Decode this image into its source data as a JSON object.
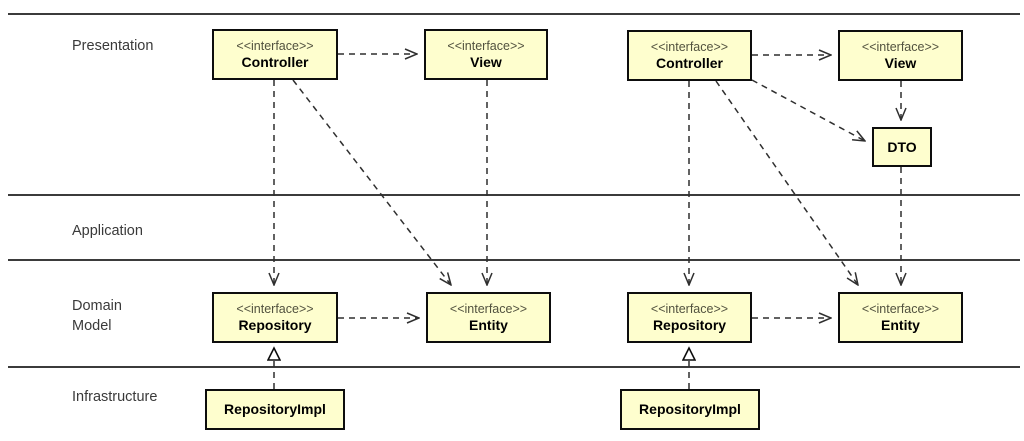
{
  "layers": [
    {
      "label": "Presentation"
    },
    {
      "label": "Application"
    },
    {
      "label": "Domain Model"
    },
    {
      "label": "Infrastructure"
    }
  ],
  "nodes": [
    {
      "stereotype": "<<interface>>",
      "name": "Controller"
    },
    {
      "stereotype": "<<interface>>",
      "name": "View"
    },
    {
      "stereotype": "<<interface>>",
      "name": "Repository"
    },
    {
      "stereotype": "<<interface>>",
      "name": "Entity"
    },
    {
      "name": "RepositoryImpl"
    },
    {
      "stereotype": "<<interface>>",
      "name": "Controller"
    },
    {
      "stereotype": "<<interface>>",
      "name": "View"
    },
    {
      "name": "DTO"
    },
    {
      "stereotype": "<<interface>>",
      "name": "Repository"
    },
    {
      "stereotype": "<<interface>>",
      "name": "Entity"
    },
    {
      "name": "RepositoryImpl"
    }
  ],
  "edges": [
    {
      "group": "left",
      "from": "Controller",
      "to": "View",
      "type": "dependency"
    },
    {
      "group": "left",
      "from": "Controller",
      "to": "Repository",
      "type": "dependency"
    },
    {
      "group": "left",
      "from": "Controller",
      "to": "Entity",
      "type": "dependency"
    },
    {
      "group": "left",
      "from": "View",
      "to": "Entity",
      "type": "dependency"
    },
    {
      "group": "left",
      "from": "Repository",
      "to": "Entity",
      "type": "dependency"
    },
    {
      "group": "left",
      "from": "RepositoryImpl",
      "to": "Repository",
      "type": "realization"
    },
    {
      "group": "right",
      "from": "Controller",
      "to": "View",
      "type": "dependency"
    },
    {
      "group": "right",
      "from": "View",
      "to": "DTO",
      "type": "dependency"
    },
    {
      "group": "right",
      "from": "Controller",
      "to": "DTO",
      "type": "dependency"
    },
    {
      "group": "right",
      "from": "Controller",
      "to": "Repository",
      "type": "dependency"
    },
    {
      "group": "right",
      "from": "Controller",
      "to": "Entity",
      "type": "dependency"
    },
    {
      "group": "right",
      "from": "DTO",
      "to": "Entity",
      "type": "dependency"
    },
    {
      "group": "right",
      "from": "Repository",
      "to": "Entity",
      "type": "dependency"
    },
    {
      "group": "right",
      "from": "RepositoryImpl",
      "to": "Repository",
      "type": "realization"
    }
  ],
  "colors": {
    "node_fill": "#FEFECE",
    "node_border": "#0d0d0d",
    "stereotype_text": "#52523f",
    "layer_label_text": "#3a3a3a",
    "line": "#2f2f2f"
  }
}
